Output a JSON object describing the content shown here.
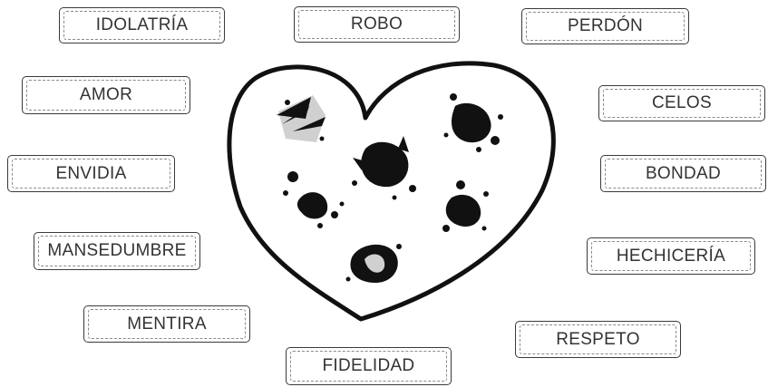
{
  "words": [
    {
      "id": "idolatria",
      "label": "IDOLATRÍA"
    },
    {
      "id": "robo",
      "label": "ROBO"
    },
    {
      "id": "perdon",
      "label": "PERDÓN"
    },
    {
      "id": "amor",
      "label": "AMOR"
    },
    {
      "id": "celos",
      "label": "CELOS"
    },
    {
      "id": "envidia",
      "label": "ENVIDIA"
    },
    {
      "id": "bondad",
      "label": "BONDAD"
    },
    {
      "id": "mansedumbre",
      "label": "MANSEDUMBRE"
    },
    {
      "id": "hechiceria",
      "label": "HECHICERÍA"
    },
    {
      "id": "mentira",
      "label": "MENTIRA"
    },
    {
      "id": "respeto",
      "label": "RESPETO"
    },
    {
      "id": "fidelidad",
      "label": "FIDELIDAD"
    }
  ],
  "colors": {
    "ink": "#111111",
    "card_border": "#3a3a3a",
    "text": "#333333",
    "splat_gray": "#d0d0d0"
  }
}
